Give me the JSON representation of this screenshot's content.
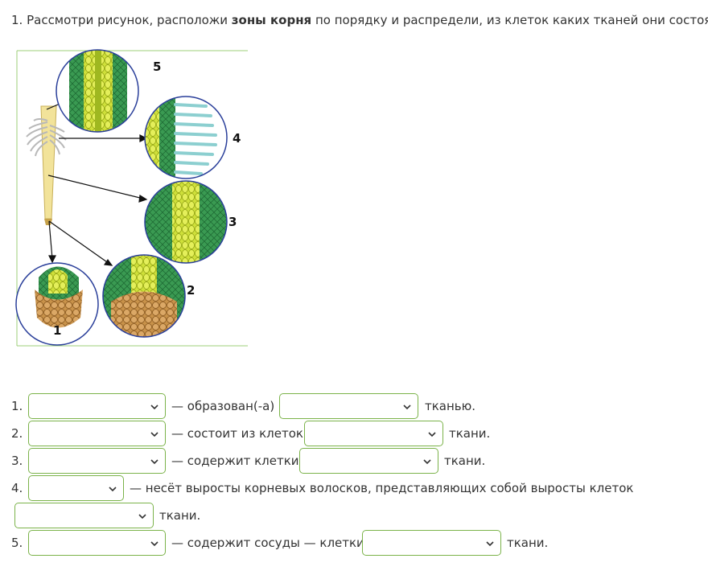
{
  "question": {
    "prefix": "1. Рассмотри рисунок, расположи ",
    "bold": "зоны корня",
    "suffix": " по порядку и распредели, из клеток каких тканей они состоят."
  },
  "figure": {
    "labels": [
      "5",
      "4",
      "3",
      "2",
      "1"
    ]
  },
  "rows": {
    "r1": {
      "num": "1.",
      "mid": "— образован(-а)",
      "end": "тканью."
    },
    "r2": {
      "num": "2.",
      "mid": "— состоит из клеток",
      "end": "ткани."
    },
    "r3": {
      "num": "3.",
      "mid": "— содержит клетки",
      "end": "ткани."
    },
    "r4": {
      "num": "4.",
      "mid": "— несёт выросты корневых волосков, представляющих собой выросты клеток",
      "end": "ткани."
    },
    "r5": {
      "num": "5.",
      "mid": "— содержит сосуды — клетки",
      "end": "ткани."
    }
  },
  "colors": {
    "select_border": "#7bb34a",
    "text": "#333333"
  }
}
